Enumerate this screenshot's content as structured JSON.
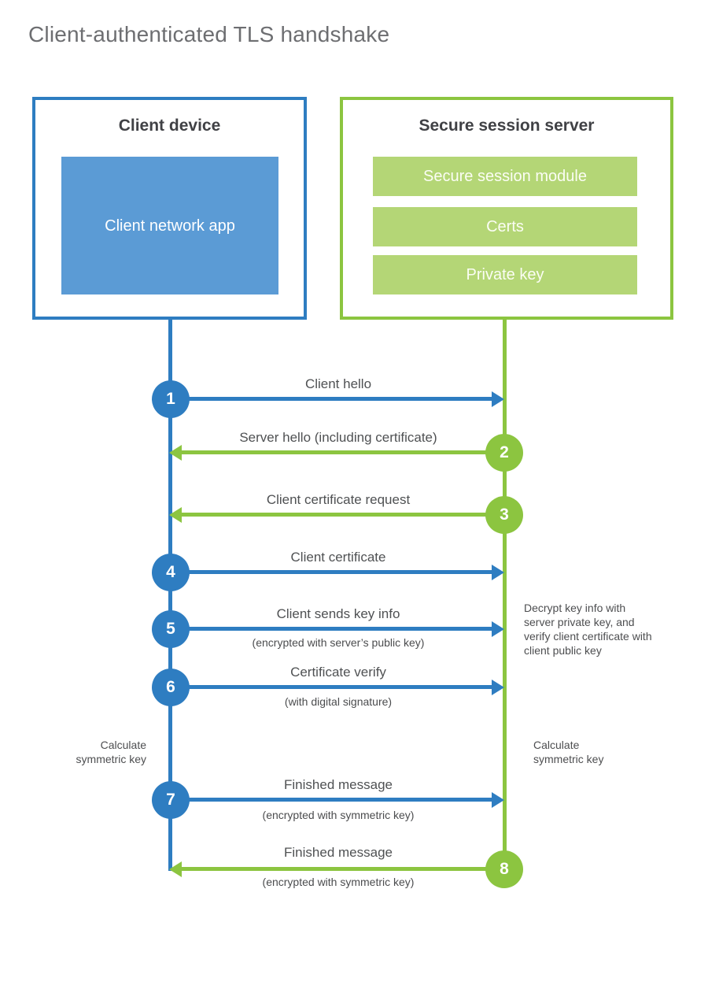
{
  "title": "Client-authenticated TLS handshake",
  "colors": {
    "blue": "#2e7dc1",
    "blue_fill": "#5b9bd5",
    "green": "#8cc540",
    "green_fill": "#b4d676"
  },
  "client": {
    "title": "Client device",
    "app_label": "Client network app"
  },
  "server": {
    "title": "Secure session server",
    "modules": [
      "Secure session module",
      "Certs",
      "Private key"
    ]
  },
  "messages": [
    {
      "number": "1",
      "label": "Client hello",
      "sub": "",
      "from": "client",
      "color": "blue"
    },
    {
      "number": "2",
      "label": "Server hello (including certificate)",
      "sub": "",
      "from": "server",
      "color": "green"
    },
    {
      "number": "3",
      "label": "Client certificate request",
      "sub": "",
      "from": "server",
      "color": "green"
    },
    {
      "number": "4",
      "label": "Client certificate",
      "sub": "",
      "from": "client",
      "color": "blue"
    },
    {
      "number": "5",
      "label": "Client sends key info",
      "sub": "(encrypted with server’s public key)",
      "from": "client",
      "color": "blue"
    },
    {
      "number": "6",
      "label": "Certificate verify",
      "sub": "(with digital signature)",
      "from": "client",
      "color": "blue"
    },
    {
      "number": "7",
      "label": "Finished message",
      "sub": "(encrypted with symmetric key)",
      "from": "client",
      "color": "blue"
    },
    {
      "number": "8",
      "label": "Finished message",
      "sub": "(encrypted with symmetric key)",
      "from": "server",
      "color": "green"
    }
  ],
  "notes": {
    "decrypt": "Decrypt key info with server private key, and verify client certificate with client public key",
    "calc_left": "Calculate symmetric key",
    "calc_right": "Calculate symmetric key"
  }
}
